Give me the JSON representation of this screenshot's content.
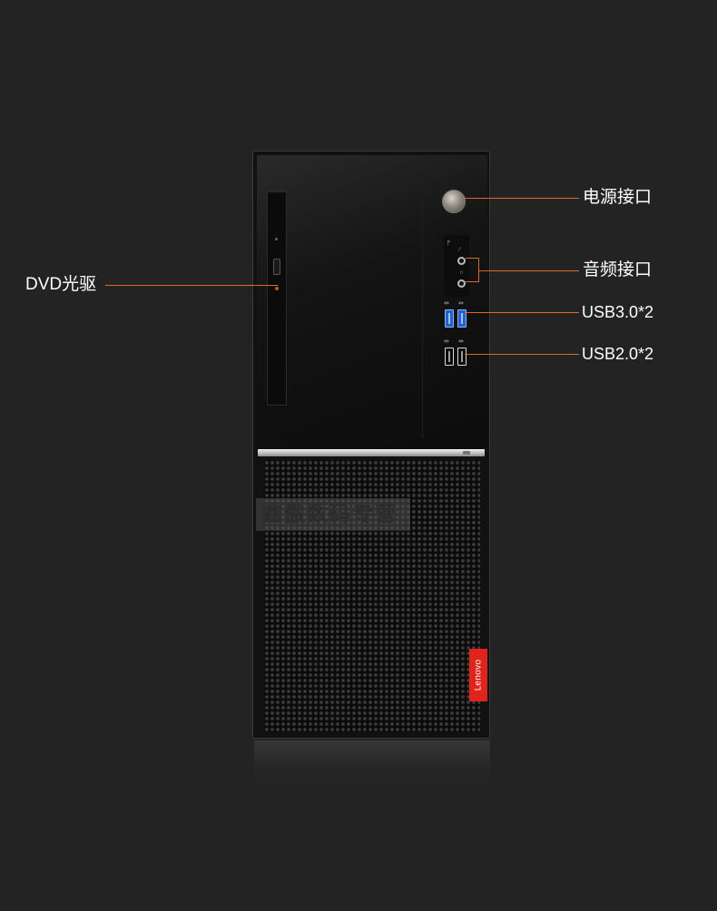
{
  "colors": {
    "background": "#232323",
    "callout_line": "#d96a1f",
    "label_text": "#ffffff",
    "brand_badge": "#e2231a",
    "usb3_port": "#1e63d6"
  },
  "callouts": {
    "dvd": "DVD光驱",
    "power": "电源接口",
    "audio": "音频接口",
    "usb3": "USB3.0*2",
    "usb2": "USB2.0*2"
  },
  "device": {
    "brand": "Lenovo",
    "watermark": "鑫傲数码专营"
  },
  "icons": {
    "power_button": "power-button-icon",
    "headphone_jack": "headphone-jack-icon",
    "mic_jack": "microphone-jack-icon",
    "usb_port": "usb-port-icon",
    "optical_drive": "optical-drive-icon"
  }
}
